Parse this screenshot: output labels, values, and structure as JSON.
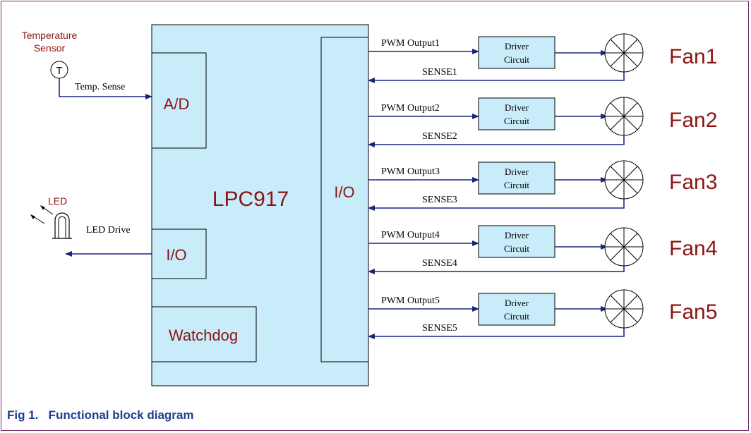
{
  "sensor": {
    "label_line1": "Temperature",
    "label_line2": "Sensor",
    "symbol": "T",
    "signal": "Temp. Sense"
  },
  "led": {
    "label": "LED",
    "signal": "LED Drive"
  },
  "mcu": {
    "name": "LPC917",
    "adc_label": "A/D",
    "io_small_label": "I/O",
    "io_big_label": "I/O",
    "watchdog_label": "Watchdog"
  },
  "channels": [
    {
      "pwm": "PWM Output1",
      "driver_line1": "Driver",
      "driver_line2": "Circuit",
      "sense": "SENSE1",
      "fan": "Fan1"
    },
    {
      "pwm": "PWM Output2",
      "driver_line1": "Driver",
      "driver_line2": "Circuit",
      "sense": "SENSE2",
      "fan": "Fan2"
    },
    {
      "pwm": "PWM Output3",
      "driver_line1": "Driver",
      "driver_line2": "Circuit",
      "sense": "SENSE3",
      "fan": "Fan3"
    },
    {
      "pwm": "PWM Output4",
      "driver_line1": "Driver",
      "driver_line2": "Circuit",
      "sense": "SENSE4",
      "fan": "Fan4"
    },
    {
      "pwm": "PWM Output5",
      "driver_line1": "Driver",
      "driver_line2": "Circuit",
      "sense": "SENSE5",
      "fan": "Fan5"
    }
  ],
  "caption": "Fig 1.   Functional block diagram",
  "colors": {
    "mcu_fill": "#c9ecfa",
    "accent_red": "#8b1414",
    "caption_navy": "#1d3d8f",
    "wire_navy": "#1a237e",
    "border": "#7a2a6a"
  }
}
